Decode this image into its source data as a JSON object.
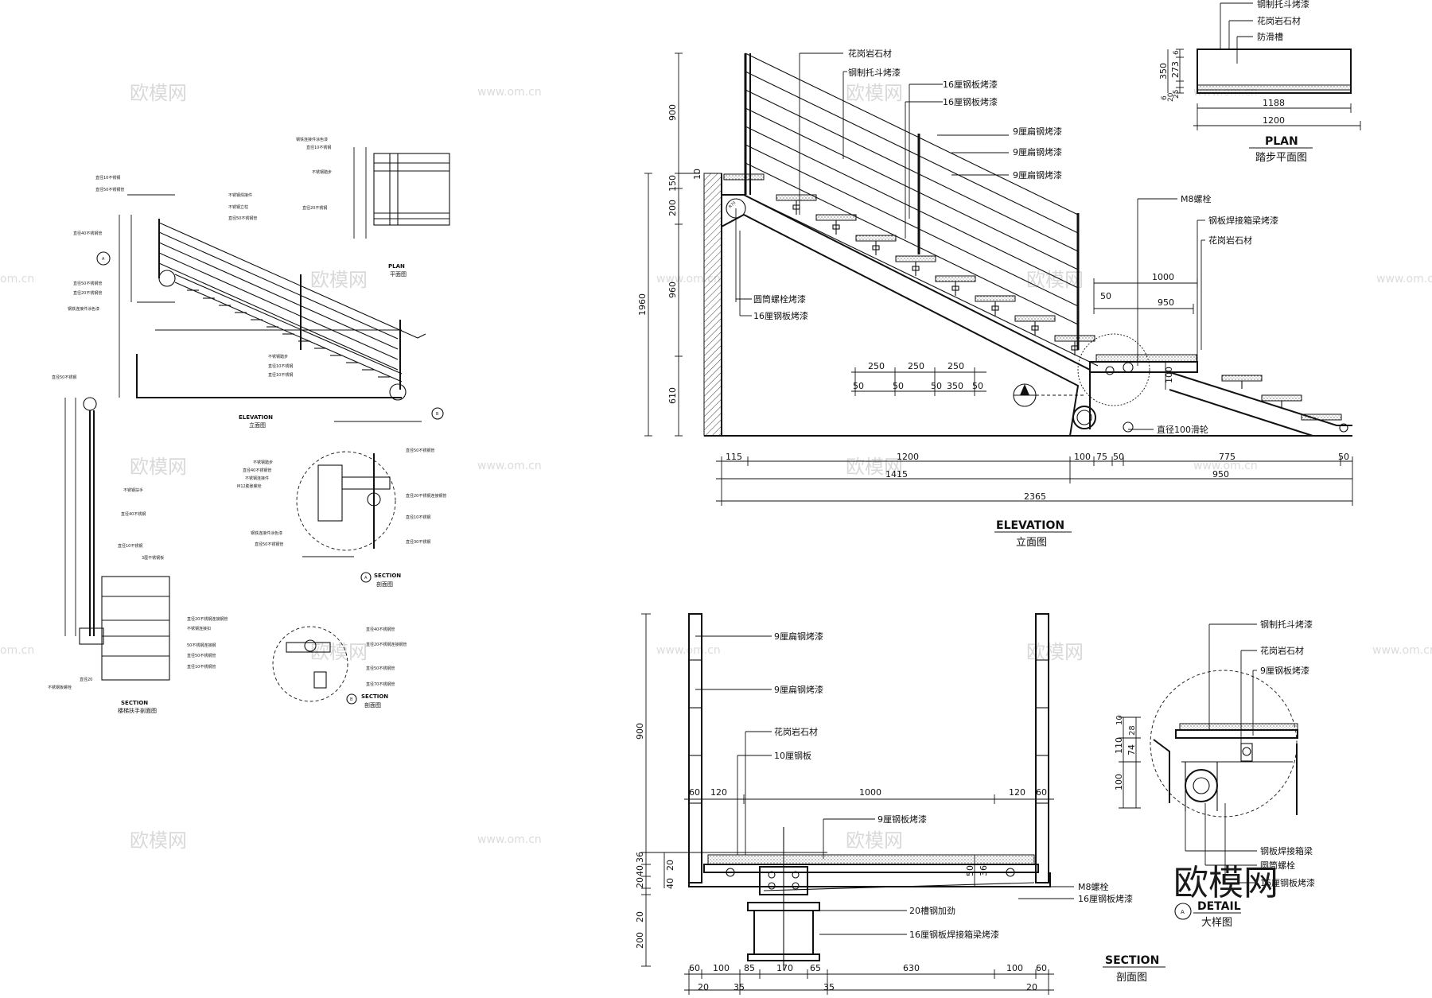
{
  "watermark": {
    "brand": "欧模网",
    "url": "www.om.cn",
    "url_partial": "om.cn"
  },
  "elevation": {
    "title": "ELEVATION",
    "subtitle": "立面图",
    "labels": {
      "granite": "花岗岩石材",
      "tray": "钢制托斗烤漆",
      "plate16a": "16厘钢板烤漆",
      "plate16b": "16厘钢板烤漆",
      "flat9a": "9厘扁钢烤漆",
      "flat9b": "9厘扁钢烤漆",
      "flat9c": "9厘扁钢烤漆",
      "bolt": "M8螺栓",
      "boxbeam": "钢板焊接箱梁烤漆",
      "granite2": "花岗岩石材",
      "tube_bolt": "圆筒螺栓烤漆",
      "plate16c": "16厘钢板烤漆",
      "pulley": "直径100滑轮",
      "r": "R70"
    },
    "dims": {
      "v900": "900",
      "v10": "10",
      "v150": "150",
      "v200": "200",
      "v960": "960",
      "v610": "610",
      "v1960": "1960",
      "h115": "115",
      "h1200": "1200",
      "h100": "100",
      "h75": "75",
      "h50a": "50",
      "h775": "775",
      "h50b": "50",
      "h1415": "1415",
      "h950": "950",
      "h2365": "2365",
      "d1000": "1000",
      "d950": "950",
      "d50": "50",
      "d100": "100",
      "s250a": "250",
      "s250b": "250",
      "s250c": "250",
      "s50a": "50",
      "s50b": "50",
      "s50c": "50",
      "s350": "350",
      "s50d": "50",
      "marker": "A"
    }
  },
  "plan": {
    "title": "PLAN",
    "subtitle": "踏步平面图",
    "labels": {
      "tray": "钢制托斗烤漆",
      "granite": "花岗岩石材",
      "groove": "防滑槽"
    },
    "dims": {
      "d6": "6",
      "d273": "273",
      "d350": "350",
      "d25": "25",
      "d6b": "6",
      "d20": "20",
      "w1188": "1188",
      "w1200": "1200"
    }
  },
  "section": {
    "title": "SECTION",
    "subtitle": "剖面图",
    "labels": {
      "flat9a": "9厘扁钢烤漆",
      "flat9b": "9厘扁钢烤漆",
      "granite": "花岗岩石材",
      "plate10": "10厘钢板",
      "plate9": "9厘钢板烤漆",
      "bolt": "M8螺栓",
      "plate16": "16厘钢板烤漆",
      "channel": "20槽钢加劲",
      "boxbeam": "16厘钢板焊接箱梁烤漆"
    },
    "dims": {
      "v900": "900",
      "v36": "36",
      "v40a": "40",
      "v40b": "40",
      "v20a": "20",
      "v20b": "20",
      "v200": "200",
      "v20c": "20",
      "v50": "50",
      "v36b": "36",
      "h60a": "60",
      "h120a": "120",
      "h1000": "1000",
      "h120b": "120",
      "h60b": "60",
      "b60": "60",
      "b100a": "100",
      "b85": "85",
      "b170": "170",
      "b65": "65",
      "b630": "630",
      "b100b": "100",
      "b60b": "60",
      "c20a": "20",
      "c35a": "35",
      "c35b": "35",
      "c20b": "20"
    }
  },
  "detail": {
    "title": "DETAIL",
    "subtitle": "大样图",
    "marker": "A",
    "labels": {
      "tray": "钢制托斗烤漆",
      "granite": "花岗岩石材",
      "plate9": "9厘钢板烤漆",
      "boxbeam": "钢板焊接箱梁",
      "bolt": "圆筒螺栓",
      "plate16": "16厘钢板烤漆"
    },
    "dims": {
      "d10": "10",
      "d28": "28",
      "d110": "110",
      "d74": "74",
      "d100": "100"
    }
  },
  "small_drawing": {
    "elevation_title": "ELEVATION",
    "elevation_sub": "立面图",
    "plan_title": "PLAN",
    "plan_sub": "平面图",
    "section_a_title": "SECTION",
    "section_a_sub": "剖面图",
    "section_b_title": "SECTION",
    "section_b_sub": "剖面图",
    "rail_section_title": "SECTION",
    "rail_section_sub": "楼梯扶手剖面图",
    "marker_a": "A",
    "marker_b": "B",
    "notes": {
      "n1": "直径10不锈钢",
      "n2": "直径50不锈钢管",
      "n3": "不锈钢焊接件",
      "n4": "不锈钢立柱",
      "n5": "直径50不锈钢管",
      "n6": "直径40不锈钢管",
      "n7": "直径50不锈钢管",
      "n8": "直径20不锈钢管",
      "n9": "钢铁连接件涂色漆",
      "n10": "不锈钢踏步",
      "n11": "直径10不锈钢",
      "n12": "直径10不锈钢",
      "p1": "钢铁连接件涂色漆",
      "p2": "直径10不锈钢",
      "p3": "不锈钢踏步",
      "p4": "直径20不锈钢",
      "s1": "不锈钢踏步",
      "s2": "直径40不锈钢管",
      "s3": "不锈钢连接件",
      "s4": "M12膨胀螺栓",
      "s5": "钢铁连接件涂色漆",
      "s6": "直径50不锈钢管",
      "s7": "直径50不锈钢管",
      "s8": "直径20不锈钢连接钢管",
      "s9": "直径10不锈钢",
      "s10": "直径30不锈钢",
      "b1": "直径40不锈钢管",
      "b2": "直径20不锈钢连接钢管",
      "b3": "直径50不锈钢管",
      "b4": "直径70不锈钢管",
      "r1": "直径50不锈钢",
      "r2": "不锈钢扶手",
      "r3": "直径40不锈钢",
      "r4": "直径10不锈钢",
      "r5": "3厘不锈钢板",
      "r6": "直径20不锈钢连接钢管",
      "r7": "不锈钢连接扣",
      "r8": "50不锈钢连接钢",
      "r9": "直径50不锈钢管",
      "r10": "直径10不锈钢管",
      "r11": "直径20",
      "r12": "不锈钢板螺栓"
    }
  }
}
